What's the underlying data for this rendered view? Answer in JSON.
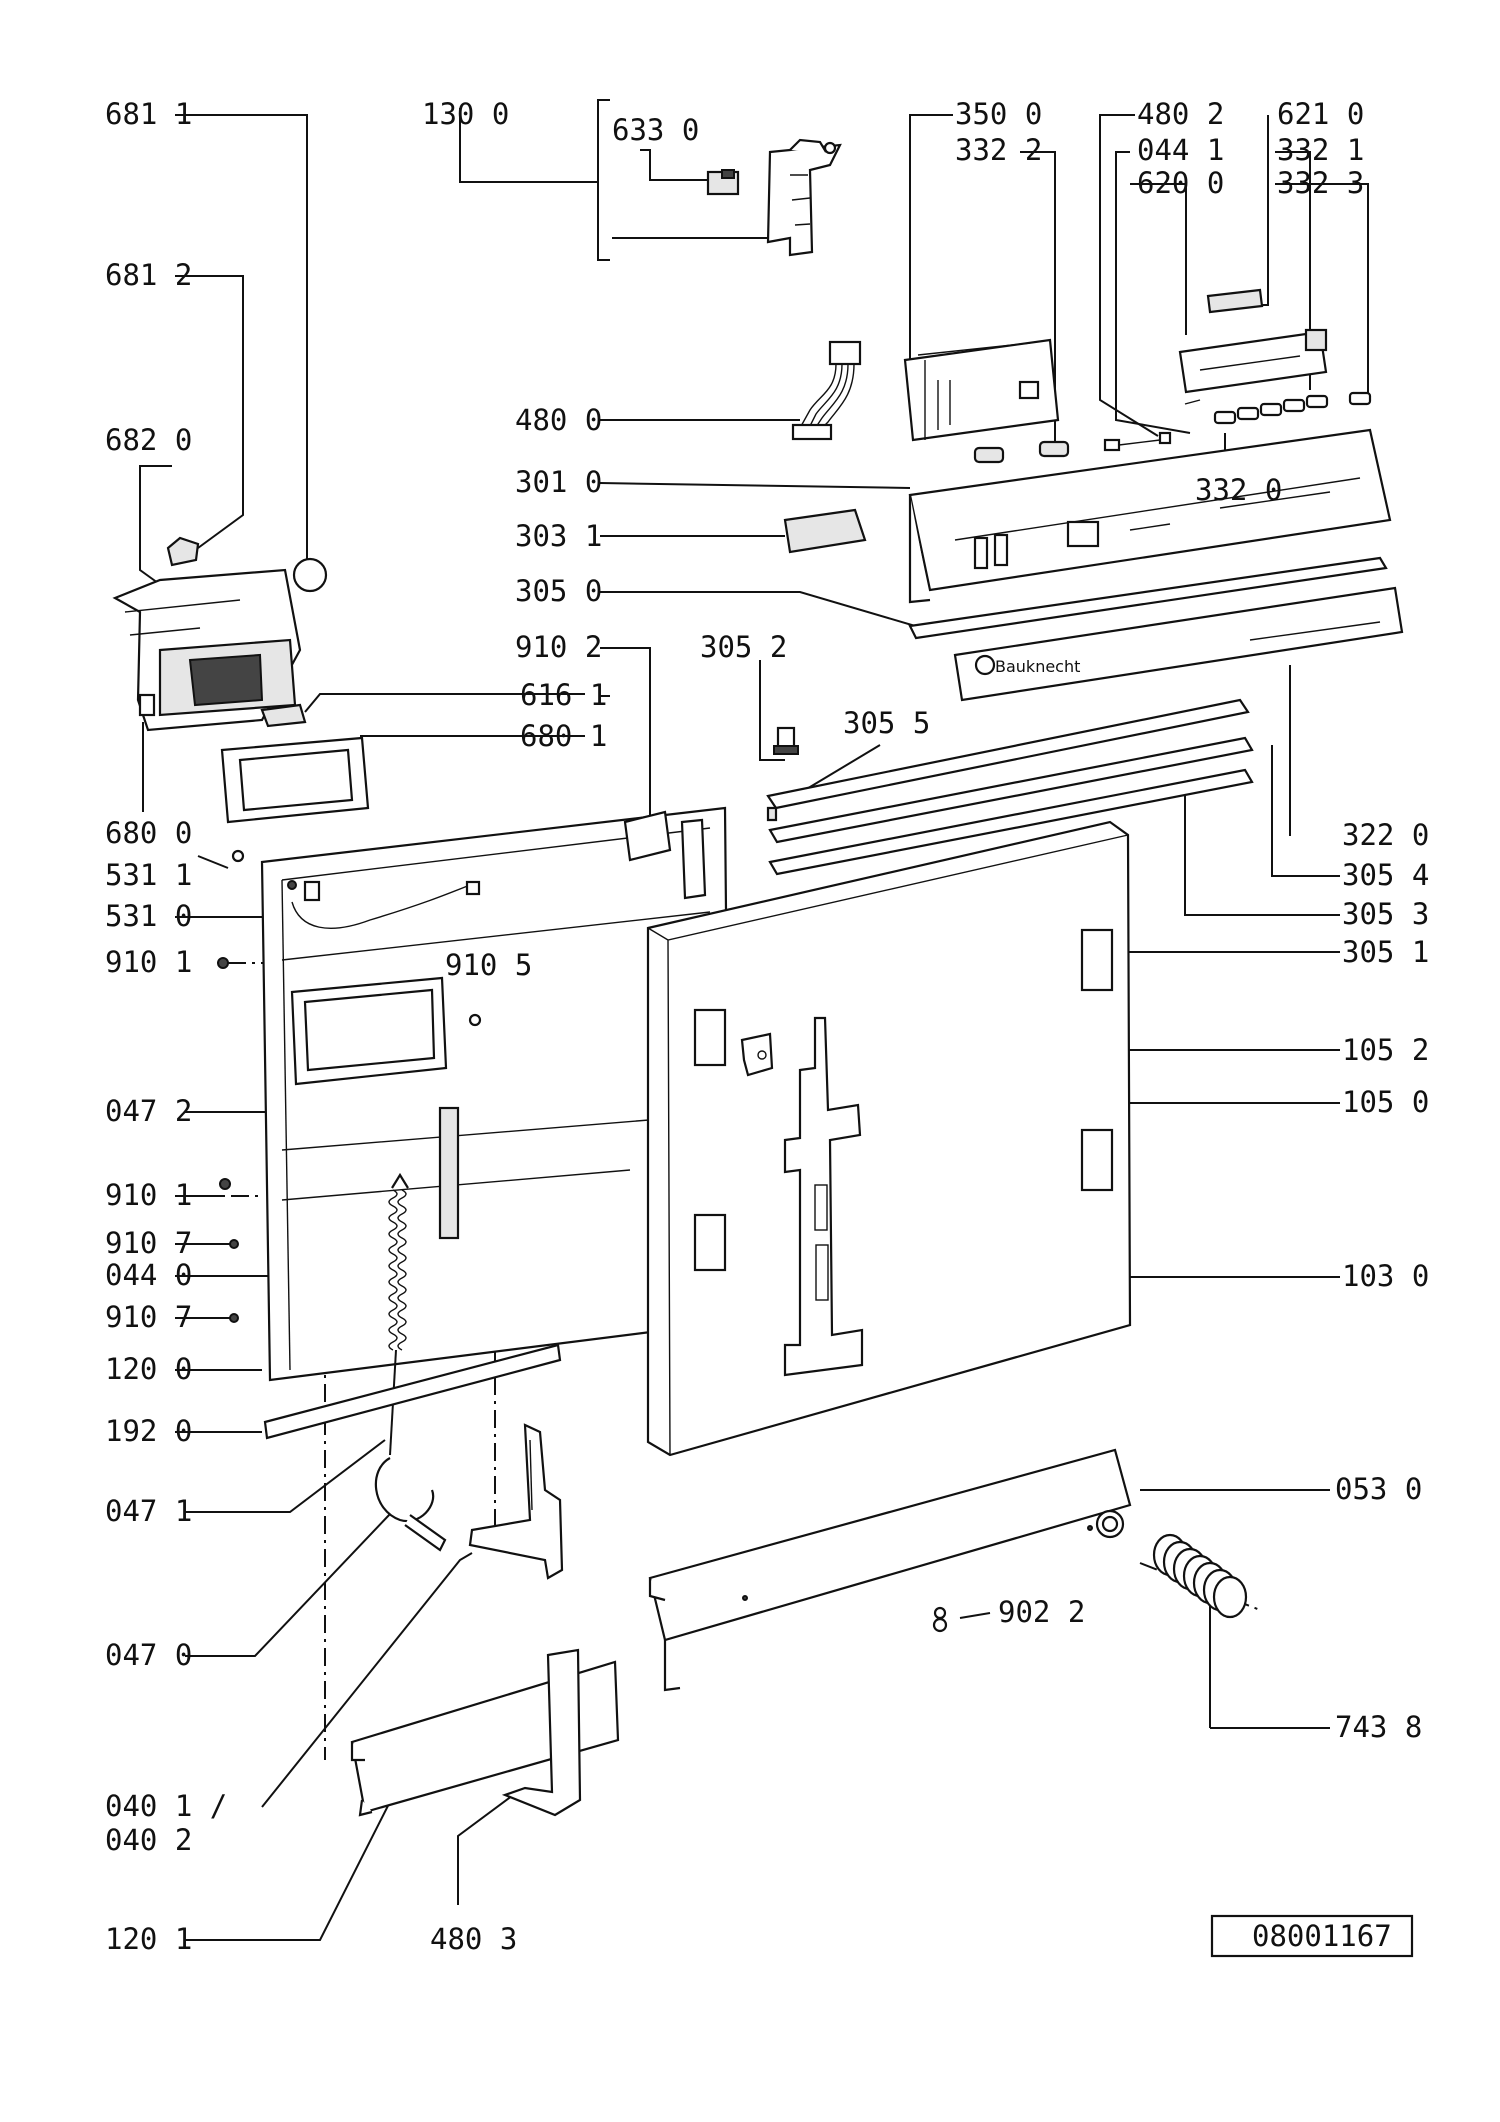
{
  "diagram": {
    "doc_number": "08001167",
    "brand_logo": "Bauknecht",
    "labels": {
      "p681_1": "681 1",
      "p130_0": "130 0",
      "p633_0": "633 0",
      "p681_2": "681 2",
      "p682_0": "682 0",
      "p680_0": "680 0",
      "p616_1": "616 1",
      "p680_1": "680 1",
      "p350_0": "350 0",
      "p332_2": "332 2",
      "p480_2": "480 2",
      "p044_1": "044 1",
      "p620_0": "620 0",
      "p621_0": "621 0",
      "p332_1": "332 1",
      "p332_3": "332 3",
      "p480_0": "480 0",
      "p301_0": "301 0",
      "p332_0": "332 0",
      "p303_1": "303 1",
      "p305_0": "305 0",
      "p910_2": "910 2",
      "p305_2": "305 2",
      "p305_5": "305 5",
      "p322_0": "322 0",
      "p305_4": "305 4",
      "p305_3": "305 3",
      "p305_1": "305 1",
      "p531_1": "531 1",
      "p531_0": "531 0",
      "p910_1a": "910 1",
      "p910_5": "910 5",
      "p105_2": "105 2",
      "p105_0": "105 0",
      "p047_2": "047 2",
      "p910_1b": "910 1",
      "p910_7a": "910 7",
      "p044_0": "044 0",
      "p910_7b": "910 7",
      "p103_0": "103 0",
      "p120_0": "120 0",
      "p192_0": "192 0",
      "p047_1": "047 1",
      "p053_0": "053 0",
      "p902_2": "902 2",
      "p047_0": "047 0",
      "p743_8": "743 8",
      "p040_1": "040 1 /",
      "p040_2": "040 2",
      "p120_1": "120 1",
      "p480_3": "480 3"
    }
  }
}
